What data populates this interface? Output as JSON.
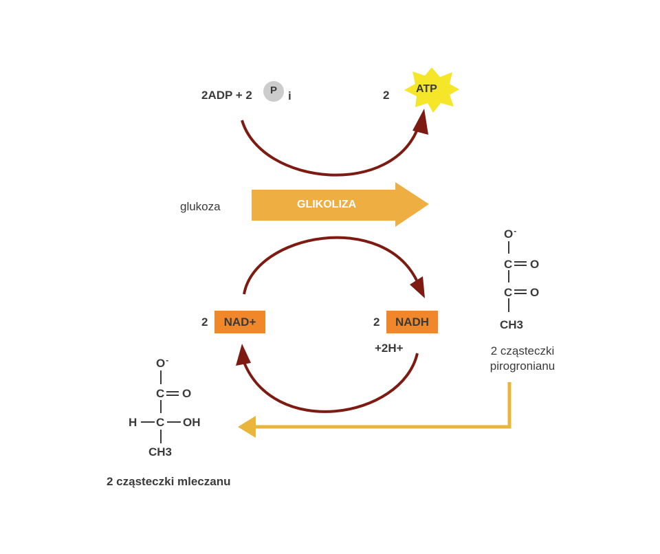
{
  "atp_reaction": {
    "reactant_text": "2ADP + 2",
    "phosphate_symbol": "P",
    "phosphate_subscript": "i",
    "product_coefficient": "2",
    "product": "ATP"
  },
  "glycolysis": {
    "substrate": "glukoza",
    "process": "GLIKOLIZA"
  },
  "nad_cycle": {
    "nad_coefficient": "2",
    "nad": "NAD+",
    "nadh_coefficient": "2",
    "nadh": "NADH",
    "protons": "+2H+"
  },
  "pyruvate": {
    "caption_line1": "2 cząsteczki",
    "caption_line2": "pirogronianu",
    "atoms": {
      "o_minus": "O",
      "charge": "-",
      "c1": "C",
      "o1": "O",
      "c2": "C",
      "o2": "O",
      "ch3": "CH3"
    }
  },
  "lactate": {
    "caption": "2 cząsteczki mleczanu",
    "atoms": {
      "o_minus": "O",
      "charge": "-",
      "c1": "C",
      "o1": "O",
      "h": "H",
      "c2": "C",
      "oh": "OH",
      "ch3": "CH3"
    }
  },
  "colors": {
    "arrow_dark_red": "#7d1a12",
    "glycolysis_arrow": "#eeae41",
    "nad_box": "#f0882b",
    "atp_star": "#f5e62a",
    "phosphate_circle": "#cccccc",
    "conversion_arrow": "#e9b53a",
    "text": "#3a3a3a"
  }
}
